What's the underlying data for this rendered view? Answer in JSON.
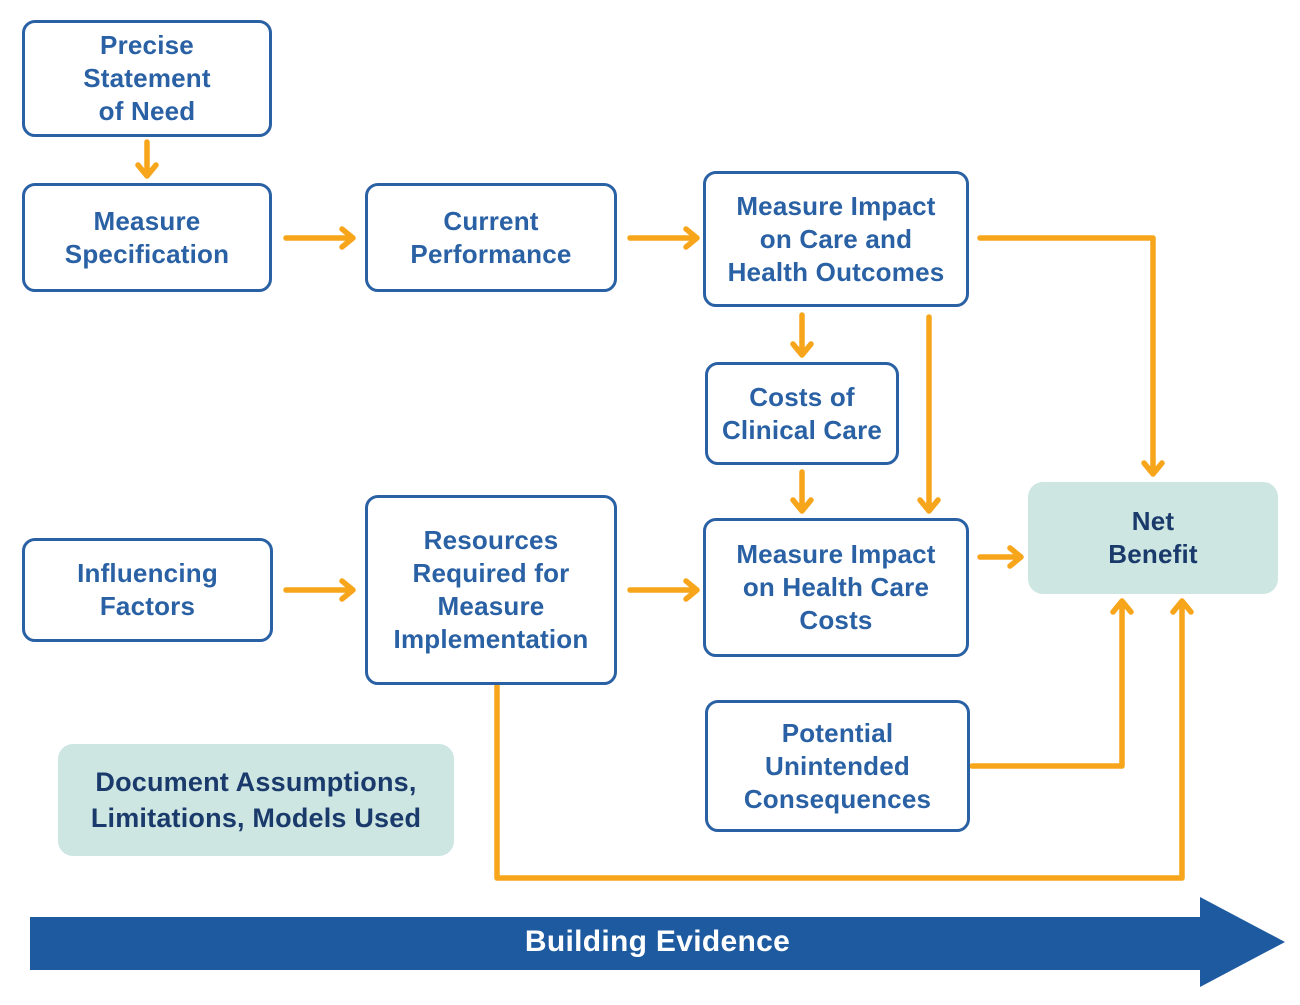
{
  "nodes": {
    "precise": {
      "label": "Precise\nStatement\nof Need"
    },
    "specification": {
      "label": "Measure\nSpecification"
    },
    "current": {
      "label": "Current\nPerformance"
    },
    "impact_care": {
      "label": "Measure Impact\non Care and\nHealth Outcomes"
    },
    "costs_clinical": {
      "label": "Costs of\nClinical Care"
    },
    "impact_costs": {
      "label": "Measure Impact\non Health Care\nCosts"
    },
    "influencing": {
      "label": "Influencing\nFactors"
    },
    "resources": {
      "label": "Resources\nRequired for\nMeasure\nImplementation"
    },
    "unintended": {
      "label": "Potential\nUnintended\nConsequences"
    },
    "net_benefit": {
      "label": "Net\nBenefit"
    },
    "document_note": {
      "label": "Document Assumptions,\nLimitations, Models Used"
    }
  },
  "banner": {
    "label": "Building Evidence"
  },
  "colors": {
    "box-border": "#2A61A4",
    "box-text": "#2A61A4",
    "teal-fill": "#CDE6E2",
    "navy-text": "#1A3A6B",
    "arrow": "#F7A51B",
    "banner": "#1E5AA0",
    "banner-text": "#FFFFFF",
    "bg": "#FFFFFF"
  }
}
